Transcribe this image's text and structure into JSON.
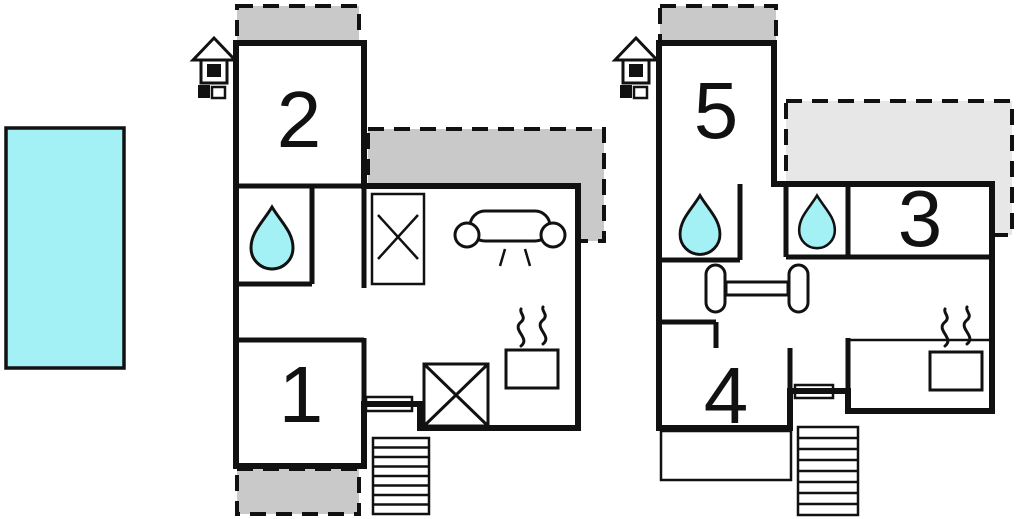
{
  "title": "Holiday home floor plans",
  "colors": {
    "background": "#ffffff",
    "wall": "#111111",
    "terrace_dark": "#c9c9c9",
    "terrace_light": "#e7e7e7",
    "water": "#a4f1f5"
  },
  "pool": {
    "name": "swimming-pool"
  },
  "floor_left": {
    "name": "floor-plan-left",
    "rooms": [
      {
        "id": "room-2",
        "label": "2"
      },
      {
        "id": "room-1",
        "label": "1"
      }
    ],
    "features": [
      "terrace-top",
      "terrace-side",
      "terrace-bottom",
      "bathroom-water-drop",
      "washing-machine",
      "sofa",
      "stove-with-steam",
      "staircase",
      "entrance-marker",
      "door-threshold",
      "stair-void"
    ]
  },
  "floor_right": {
    "name": "floor-plan-right",
    "rooms": [
      {
        "id": "room-5",
        "label": "5"
      },
      {
        "id": "room-3",
        "label": "3"
      },
      {
        "id": "room-4",
        "label": "4"
      }
    ],
    "features": [
      "terrace-top",
      "terrace-side",
      "bathroom-water-drop",
      "shower-water-drop",
      "fitness-dumbbell",
      "stove-with-steam",
      "staircase",
      "entrance-marker",
      "door-threshold",
      "balcony-outline"
    ]
  }
}
